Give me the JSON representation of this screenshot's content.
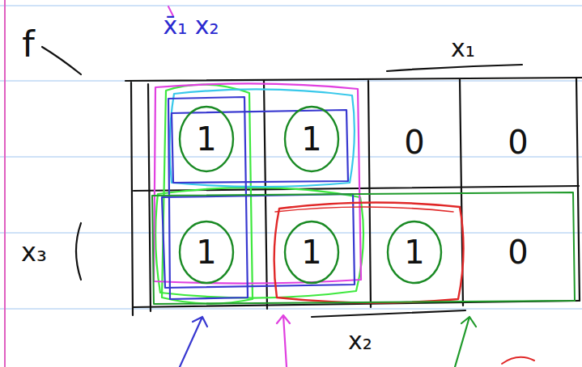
{
  "diagram": {
    "labels": [
      "f",
      "x̄₁ x₂",
      "x₁",
      "x₃",
      "x₂",
      "1",
      "1",
      "0",
      "0",
      "1",
      "1",
      "1",
      "0"
    ]
  }
}
